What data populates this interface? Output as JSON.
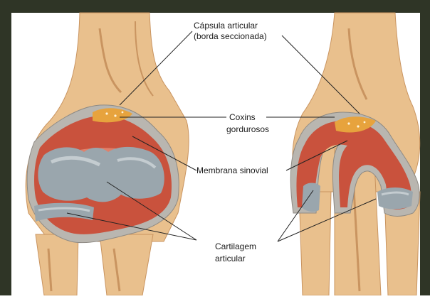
{
  "colors": {
    "slide_bg": "#2f3526",
    "bone": "#e9c08d",
    "bone_shadow": "#c99460",
    "synovium": "#c9523d",
    "synovium_light": "#e0806a",
    "cartilage": "#9aa6ad",
    "cartilage_light": "#c4ccd0",
    "capsule": "#b9b6b0",
    "fat_pad": "#e7a33d",
    "leader_line": "#222222"
  },
  "labels": {
    "capsule_line1": "Cápsula articular",
    "capsule_line2": "(borda seccionada)",
    "fat_line1": "Coxins",
    "fat_line2": "gordurosos",
    "synovial": "Membrana sinovial",
    "cartilage_line1": "Cartilagem",
    "cartilage_line2": "articular"
  }
}
